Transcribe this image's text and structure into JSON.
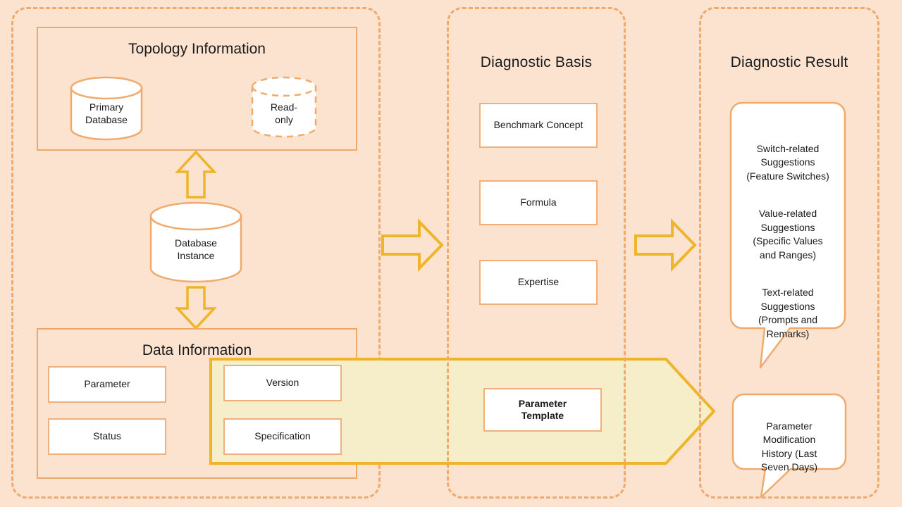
{
  "diagram": {
    "background_color": "#fce3d0",
    "accent_border_color": "#efab6e",
    "accent_yellow": "#eeb42a",
    "banner_fill": "#f6eec8"
  },
  "panels": {
    "left": {
      "title": "",
      "topology": {
        "title": "Topology Information",
        "nodes": [
          {
            "label": "Primary\nDatabase",
            "style": "solid-cylinder"
          },
          {
            "label": "Read-\nonly",
            "style": "dashed-cylinder"
          }
        ]
      },
      "instance": {
        "label": "Database\nInstance",
        "style": "solid-cylinder"
      },
      "data": {
        "title": "Data Information",
        "items": [
          {
            "label": "Parameter"
          },
          {
            "label": "Status"
          },
          {
            "label": "Version"
          },
          {
            "label": "Specification"
          }
        ]
      }
    },
    "middle": {
      "title": "Diagnostic Basis",
      "items": [
        {
          "label": "Benchmark Concept"
        },
        {
          "label": "Formula"
        },
        {
          "label": "Expertise"
        }
      ]
    },
    "right": {
      "title": "Diagnostic Result",
      "bubbles": [
        {
          "name": "suggestions",
          "paragraphs": [
            "Switch-related\nSuggestions\n(Feature Switches)",
            "Value-related\nSuggestions\n(Specific Values\nand Ranges)",
            "Text-related\nSuggestions\n(Prompts and\nRemarks)"
          ]
        },
        {
          "name": "history",
          "paragraphs": [
            "Parameter\nModification\nHistory (Last\nSeven Days)"
          ]
        }
      ]
    }
  },
  "banner": {
    "label": "Parameter\nTemplate"
  },
  "arrows": [
    {
      "name": "instance-to-topology",
      "direction": "up"
    },
    {
      "name": "instance-to-data",
      "direction": "down"
    },
    {
      "name": "topology-to-basis",
      "direction": "right"
    },
    {
      "name": "basis-to-result",
      "direction": "right"
    }
  ]
}
